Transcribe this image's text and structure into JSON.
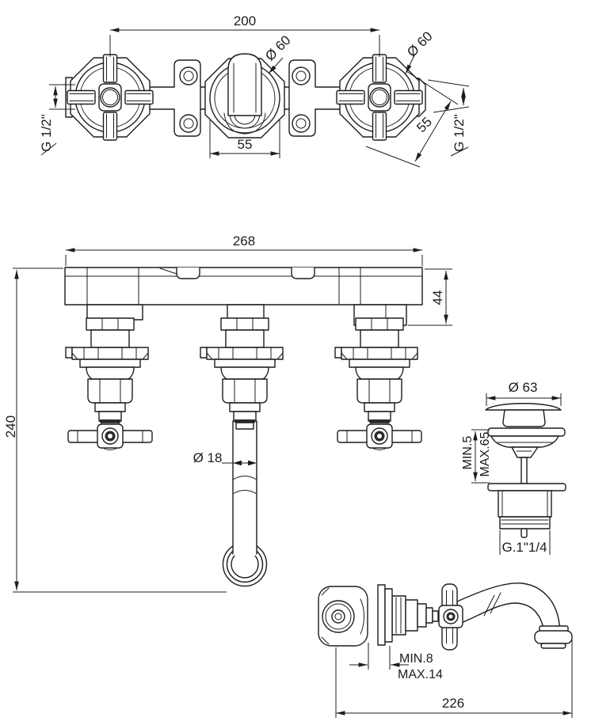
{
  "drawing": {
    "type": "technical-dimension-drawing",
    "subject": "wall-mounted 3-hole basin mixer with cross handles, spout and pop-up waste",
    "background_color": "#ffffff",
    "line_color": "#1d1d1b",
    "top_view": {
      "dim_center_distance": "200",
      "dim_escutcheon_left": "Ø 60",
      "dim_escutcheon_right": "Ø 60",
      "dim_spout_escutcheon": "55",
      "dim_valve_escutcheon": "55",
      "dim_inlet_left": "G 1/2\"",
      "dim_inlet_right": "G 1/2\""
    },
    "front_view": {
      "dim_overall_width": "268",
      "dim_body_height": "44",
      "dim_overall_height": "240",
      "dim_spout_tube": "Ø 18"
    },
    "drain_view": {
      "dim_cap": "Ø 63",
      "dim_deck_min": "MIN.5",
      "dim_deck_max": "MAX.65",
      "dim_thread": "G.1\"1/4"
    },
    "side_view": {
      "dim_wall_min": "MIN.8",
      "dim_wall_max": "MAX.14",
      "dim_projection": "226"
    }
  }
}
